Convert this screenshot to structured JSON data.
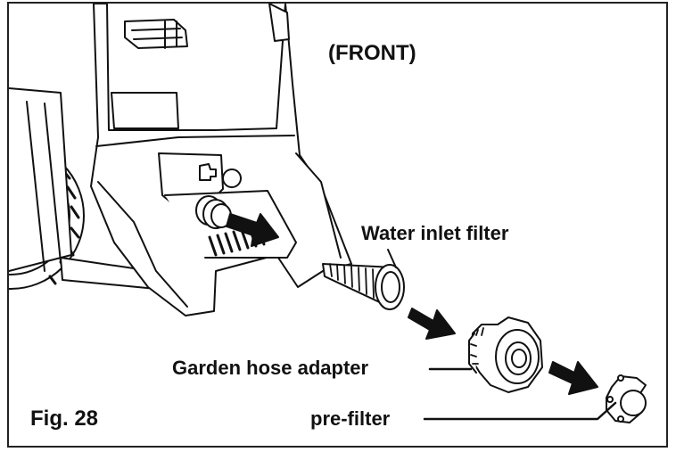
{
  "labels": {
    "view": "(FRONT)",
    "inlet_filter": "Water inlet filter",
    "hose_adapter": "Garden hose adapter",
    "pre_filter": "pre-filter",
    "figure": "Fig. 28"
  },
  "colors": {
    "line": "#111111",
    "fill": "#ffffff",
    "arrow": "#111111",
    "border": "#222222"
  }
}
